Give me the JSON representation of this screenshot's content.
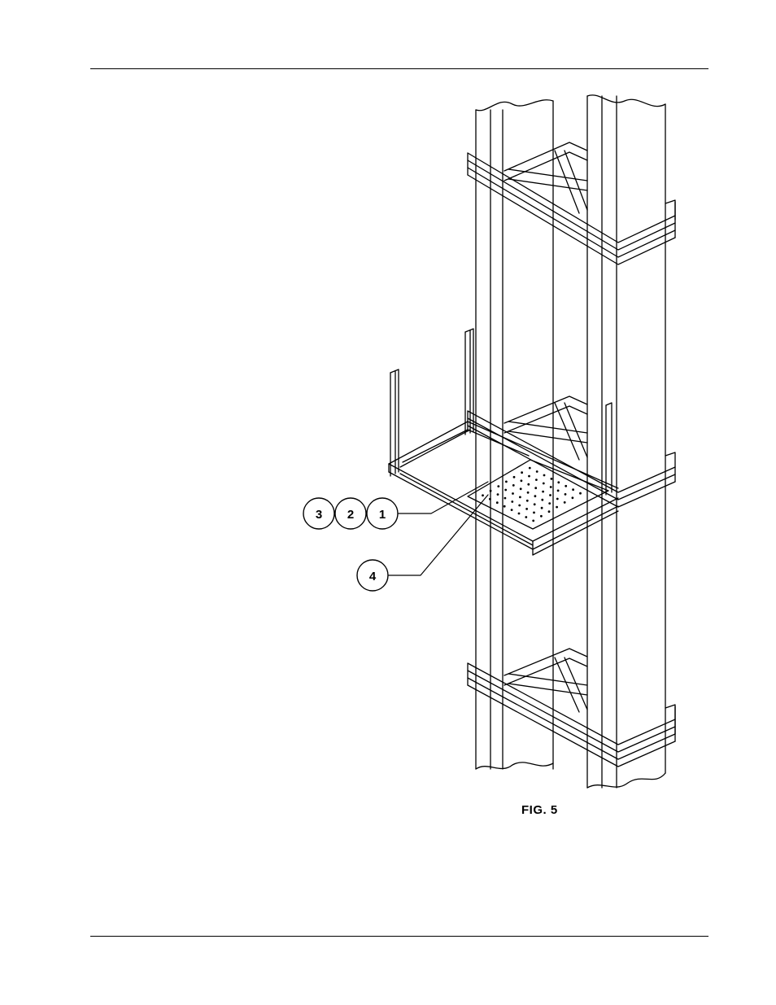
{
  "figure": {
    "caption": "FIG. 5",
    "callouts": [
      {
        "id": "callout-3",
        "label": "3"
      },
      {
        "id": "callout-2",
        "label": "2"
      },
      {
        "id": "callout-1",
        "label": "1"
      },
      {
        "id": "callout-4",
        "label": "4"
      }
    ]
  }
}
